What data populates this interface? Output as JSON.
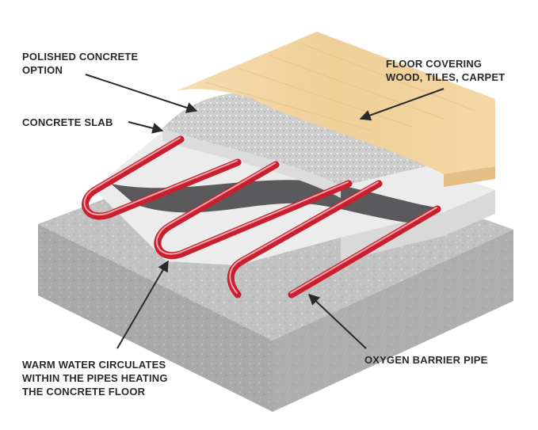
{
  "labels": {
    "polished_concrete": [
      "POLISHED CONCRETE",
      "OPTION"
    ],
    "floor_covering": [
      "FLOOR COVERING",
      "WOOD, TILES, CARPET"
    ],
    "concrete_slab": [
      "CONCRETE SLAB"
    ],
    "warm_water": [
      "WARM WATER CIRCULATES",
      "WITHIN THE PIPES HEATING",
      "THE CONCRETE FLOOR"
    ],
    "oxygen_barrier": [
      "OXYGEN BARRIER PIPE"
    ]
  },
  "colors": {
    "pipe": "#c8202e",
    "pipe_highlight": "#f0a3ab",
    "wood": "#f2d6a4",
    "barrier": "#5a5a5c",
    "slab_light": "#e8e8e8",
    "base_grey": "#bdbdbd",
    "text": "#2a2a2a"
  }
}
